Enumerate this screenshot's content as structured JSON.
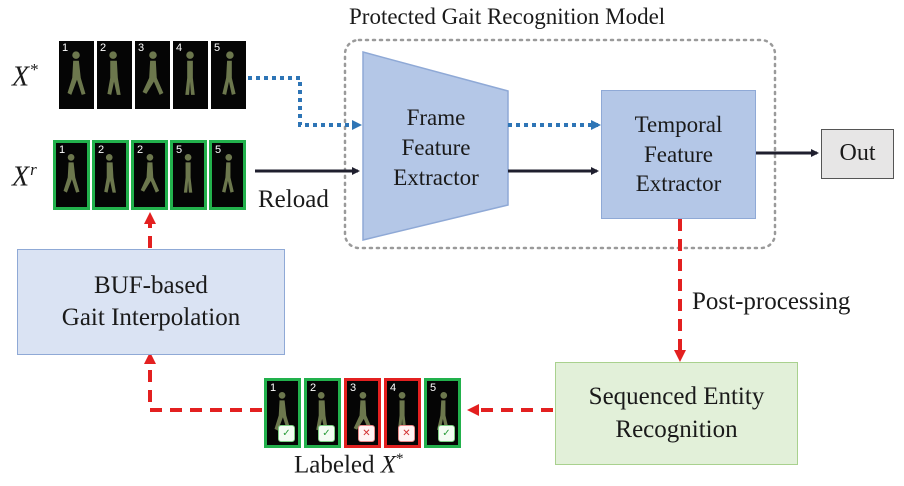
{
  "model_title": "Protected Gait Recognition Model",
  "inputs": {
    "x_star": {
      "base": "X",
      "sup": "*",
      "frame_numbers": [
        "1",
        "2",
        "3",
        "4",
        "5"
      ]
    },
    "x_r": {
      "base": "X",
      "sup": "r",
      "frame_numbers": [
        "1",
        "2",
        "2",
        "5",
        "5"
      ]
    }
  },
  "modules": {
    "frame_extractor": [
      "Frame",
      "Feature",
      "Extractor"
    ],
    "temporal_extractor": [
      "Temporal",
      "Feature",
      "Extractor"
    ],
    "out": "Out",
    "buf": [
      "BUF-based",
      "Gait Interpolation"
    ],
    "ser": [
      "Sequenced Entity",
      "Recognition"
    ]
  },
  "labels": {
    "reload": "Reload",
    "post_processing": "Post-processing",
    "labeled_prefix": "Labeled",
    "labeled_base": "X",
    "labeled_sup": "*"
  },
  "labeled_frames": [
    {
      "num": "1",
      "status": "correct"
    },
    {
      "num": "2",
      "status": "correct"
    },
    {
      "num": "3",
      "status": "wrong"
    },
    {
      "num": "4",
      "status": "wrong"
    },
    {
      "num": "5",
      "status": "correct"
    }
  ],
  "colors": {
    "module_blue": "#b4c7e7",
    "module_blue_border": "#8fa9d6",
    "buf_fill": "#dae3f3",
    "ser_fill": "#e2f0d9",
    "out_fill": "#e7e6e6",
    "dotted_blue": "#2e75b6",
    "dashed_red": "#e32020",
    "solid_arrow": "#1f1f2e",
    "frame_good": "#22b14c",
    "frame_bad": "#e32020"
  }
}
